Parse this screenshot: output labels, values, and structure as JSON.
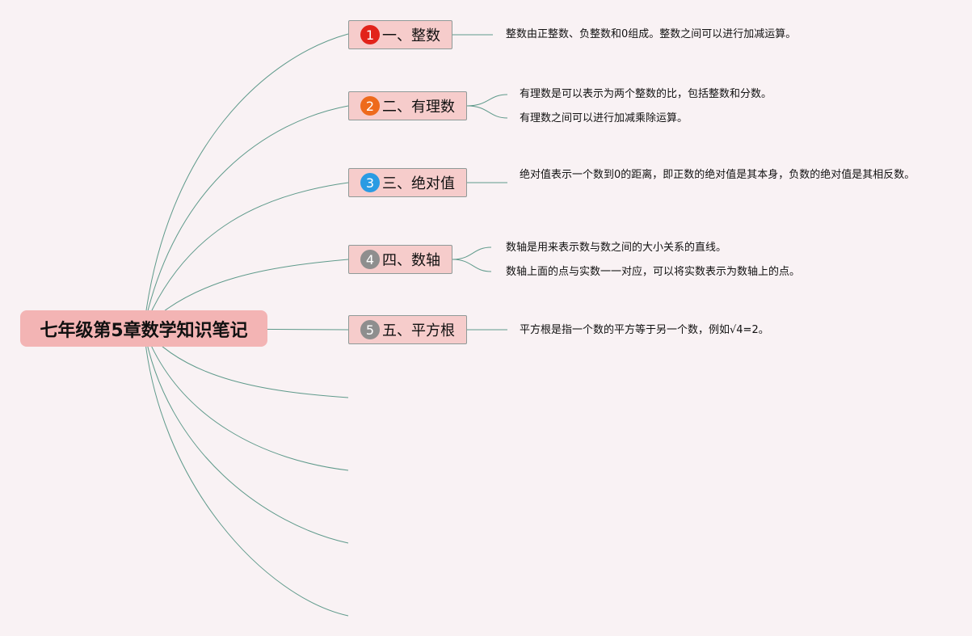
{
  "root": {
    "title": "七年级第5章数学知识笔记"
  },
  "topics": [
    {
      "number": "1",
      "label": "一、整数",
      "badge_color": "#e2231a",
      "notes": [
        "整数由正整数、负整数和0组成。整数之间可以进行加减运算。"
      ]
    },
    {
      "number": "2",
      "label": "二、有理数",
      "badge_color": "#ee6a1c",
      "notes": [
        "有理数是可以表示为两个整数的比，包括整数和分数。",
        "有理数之间可以进行加减乘除运算。"
      ]
    },
    {
      "number": "3",
      "label": "三、绝对值",
      "badge_color": "#2a9be3",
      "notes": [
        "绝对值表示一个数到0的距离，即正数的绝对值是其本身，负数的绝对值是其相反数。"
      ]
    },
    {
      "number": "4",
      "label": "四、数轴",
      "badge_color": "#8e8e8e",
      "notes": [
        "数轴是用来表示数与数之间的大小关系的直线。",
        "数轴上面的点与实数一一对应，可以将实数表示为数轴上的点。"
      ]
    },
    {
      "number": "5",
      "label": "五、平方根",
      "badge_color": "#8e8e8e",
      "notes": [
        "平方根是指一个数的平方等于另一个数，例如√4=2。"
      ]
    }
  ],
  "colors": {
    "background": "#f9f2f4",
    "root_fill": "#f3b4b4",
    "topic_fill": "#f6cccb",
    "topic_border": "#8f9a98",
    "connector": "#5f9a8b"
  }
}
